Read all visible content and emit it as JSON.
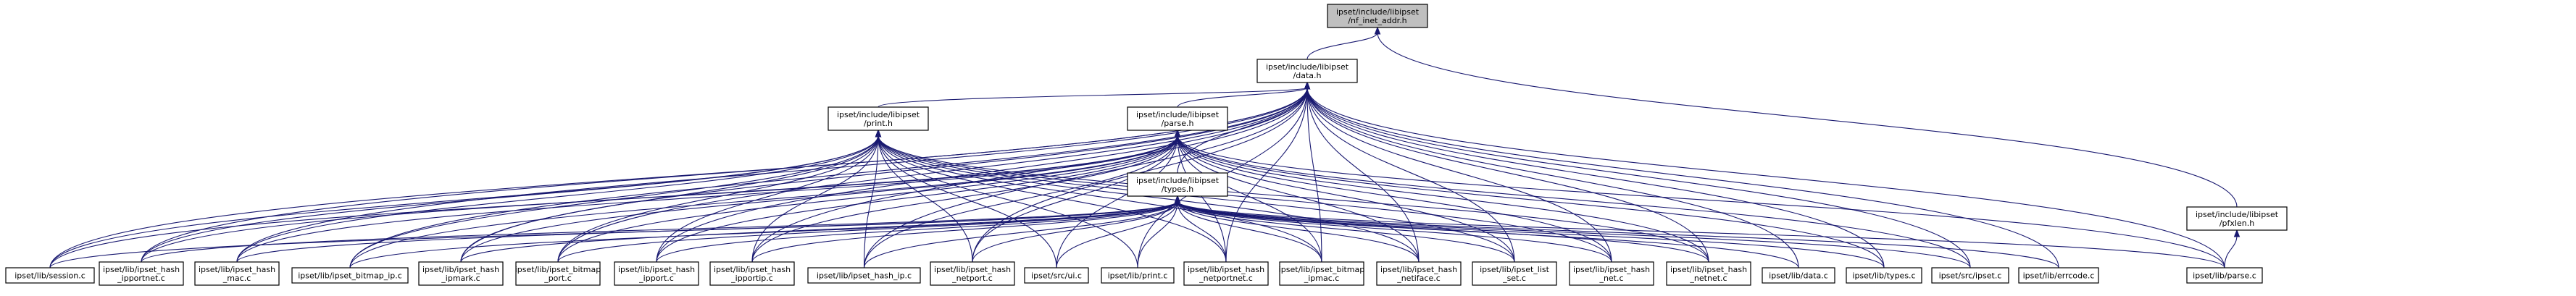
{
  "graph": {
    "nodes": [
      {
        "id": "root",
        "label": [
          "ipset/include/libipset",
          "/nf_inet_addr.h"
        ],
        "focus": true
      },
      {
        "id": "data_h",
        "label": [
          "ipset/include/libipset",
          "/data.h"
        ]
      },
      {
        "id": "pfxlen_h",
        "label": [
          "ipset/include/libipset",
          "/pfxlen.h"
        ]
      },
      {
        "id": "print_h",
        "label": [
          "ipset/include/libipset",
          "/print.h"
        ]
      },
      {
        "id": "parse_h",
        "label": [
          "ipset/include/libipset",
          "/parse.h"
        ]
      },
      {
        "id": "types_h",
        "label": [
          "ipset/include/libipset",
          "/types.h"
        ]
      },
      {
        "id": "session_c",
        "label": [
          "ipset/lib/session.c"
        ]
      },
      {
        "id": "hash_ipportnet_c",
        "label": [
          "ipset/lib/ipset_hash",
          "_ipportnet.c"
        ]
      },
      {
        "id": "hash_mac_c",
        "label": [
          "ipset/lib/ipset_hash",
          "_mac.c"
        ]
      },
      {
        "id": "bitmap_ip_c",
        "label": [
          "ipset/lib/ipset_bitmap_ip.c"
        ]
      },
      {
        "id": "hash_ipmark_c",
        "label": [
          "ipset/lib/ipset_hash",
          "_ipmark.c"
        ]
      },
      {
        "id": "bitmap_port_c",
        "label": [
          "ipset/lib/ipset_bitmap",
          "_port.c"
        ]
      },
      {
        "id": "hash_ipport_c",
        "label": [
          "ipset/lib/ipset_hash",
          "_ipport.c"
        ]
      },
      {
        "id": "hash_ipportip_c",
        "label": [
          "ipset/lib/ipset_hash",
          "_ipportip.c"
        ]
      },
      {
        "id": "hash_ip_c",
        "label": [
          "ipset/lib/ipset_hash_ip.c"
        ]
      },
      {
        "id": "hash_netport_c",
        "label": [
          "ipset/lib/ipset_hash",
          "_netport.c"
        ]
      },
      {
        "id": "ui_c",
        "label": [
          "ipset/src/ui.c"
        ]
      },
      {
        "id": "print_c",
        "label": [
          "ipset/lib/print.c"
        ]
      },
      {
        "id": "hash_netportnet_c",
        "label": [
          "ipset/lib/ipset_hash",
          "_netportnet.c"
        ]
      },
      {
        "id": "bitmap_ipmac_c",
        "label": [
          "ipset/lib/ipset_bitmap",
          "_ipmac.c"
        ]
      },
      {
        "id": "hash_netiface_c",
        "label": [
          "ipset/lib/ipset_hash",
          "_netiface.c"
        ]
      },
      {
        "id": "list_set_c",
        "label": [
          "ipset/lib/ipset_list",
          "_set.c"
        ]
      },
      {
        "id": "hash_net_c",
        "label": [
          "ipset/lib/ipset_hash",
          "_net.c"
        ]
      },
      {
        "id": "hash_netnet_c",
        "label": [
          "ipset/lib/ipset_hash",
          "_netnet.c"
        ]
      },
      {
        "id": "lib_data_c",
        "label": [
          "ipset/lib/data.c"
        ]
      },
      {
        "id": "types_c",
        "label": [
          "ipset/lib/types.c"
        ]
      },
      {
        "id": "src_ipset_c",
        "label": [
          "ipset/src/ipset.c"
        ]
      },
      {
        "id": "errcode_c",
        "label": [
          "ipset/lib/errcode.c"
        ]
      },
      {
        "id": "parse_c",
        "label": [
          "ipset/lib/parse.c"
        ]
      }
    ],
    "edges": [
      [
        "data_h",
        "root"
      ],
      [
        "pfxlen_h",
        "root"
      ],
      [
        "print_h",
        "data_h"
      ],
      [
        "parse_h",
        "data_h"
      ],
      [
        "types_h",
        "data_h"
      ],
      [
        "session_c",
        "data_h"
      ],
      [
        "hash_ipportnet_c",
        "data_h"
      ],
      [
        "hash_mac_c",
        "data_h"
      ],
      [
        "bitmap_ip_c",
        "data_h"
      ],
      [
        "hash_ipmark_c",
        "data_h"
      ],
      [
        "bitmap_port_c",
        "data_h"
      ],
      [
        "hash_ipport_c",
        "data_h"
      ],
      [
        "hash_ipportip_c",
        "data_h"
      ],
      [
        "hash_ip_c",
        "data_h"
      ],
      [
        "hash_netport_c",
        "data_h"
      ],
      [
        "print_c",
        "data_h"
      ],
      [
        "hash_netportnet_c",
        "data_h"
      ],
      [
        "bitmap_ipmac_c",
        "data_h"
      ],
      [
        "hash_netiface_c",
        "data_h"
      ],
      [
        "list_set_c",
        "data_h"
      ],
      [
        "hash_net_c",
        "data_h"
      ],
      [
        "hash_netnet_c",
        "data_h"
      ],
      [
        "lib_data_c",
        "data_h"
      ],
      [
        "types_c",
        "data_h"
      ],
      [
        "src_ipset_c",
        "data_h"
      ],
      [
        "errcode_c",
        "data_h"
      ],
      [
        "parse_c",
        "data_h"
      ],
      [
        "parse_c",
        "pfxlen_h"
      ],
      [
        "session_c",
        "print_h"
      ],
      [
        "hash_ipportnet_c",
        "print_h"
      ],
      [
        "hash_mac_c",
        "print_h"
      ],
      [
        "bitmap_ip_c",
        "print_h"
      ],
      [
        "hash_ipmark_c",
        "print_h"
      ],
      [
        "bitmap_port_c",
        "print_h"
      ],
      [
        "hash_ipport_c",
        "print_h"
      ],
      [
        "hash_ipportip_c",
        "print_h"
      ],
      [
        "hash_ip_c",
        "print_h"
      ],
      [
        "hash_netport_c",
        "print_h"
      ],
      [
        "ui_c",
        "print_h"
      ],
      [
        "print_c",
        "print_h"
      ],
      [
        "hash_netportnet_c",
        "print_h"
      ],
      [
        "bitmap_ipmac_c",
        "print_h"
      ],
      [
        "hash_netiface_c",
        "print_h"
      ],
      [
        "list_set_c",
        "print_h"
      ],
      [
        "hash_net_c",
        "print_h"
      ],
      [
        "hash_netnet_c",
        "print_h"
      ],
      [
        "session_c",
        "parse_h"
      ],
      [
        "hash_ipportnet_c",
        "parse_h"
      ],
      [
        "hash_mac_c",
        "parse_h"
      ],
      [
        "bitmap_ip_c",
        "parse_h"
      ],
      [
        "hash_ipmark_c",
        "parse_h"
      ],
      [
        "bitmap_port_c",
        "parse_h"
      ],
      [
        "hash_ipport_c",
        "parse_h"
      ],
      [
        "hash_ipportip_c",
        "parse_h"
      ],
      [
        "hash_ip_c",
        "parse_h"
      ],
      [
        "hash_netport_c",
        "parse_h"
      ],
      [
        "ui_c",
        "parse_h"
      ],
      [
        "hash_netportnet_c",
        "parse_h"
      ],
      [
        "bitmap_ipmac_c",
        "parse_h"
      ],
      [
        "hash_netiface_c",
        "parse_h"
      ],
      [
        "list_set_c",
        "parse_h"
      ],
      [
        "hash_net_c",
        "parse_h"
      ],
      [
        "hash_netnet_c",
        "parse_h"
      ],
      [
        "types_c",
        "parse_h"
      ],
      [
        "src_ipset_c",
        "parse_h"
      ],
      [
        "parse_c",
        "parse_h"
      ],
      [
        "session_c",
        "types_h"
      ],
      [
        "hash_ipportnet_c",
        "types_h"
      ],
      [
        "hash_mac_c",
        "types_h"
      ],
      [
        "bitmap_ip_c",
        "types_h"
      ],
      [
        "hash_ipmark_c",
        "types_h"
      ],
      [
        "bitmap_port_c",
        "types_h"
      ],
      [
        "hash_ipport_c",
        "types_h"
      ],
      [
        "hash_ipportip_c",
        "types_h"
      ],
      [
        "hash_ip_c",
        "types_h"
      ],
      [
        "hash_netport_c",
        "types_h"
      ],
      [
        "ui_c",
        "types_h"
      ],
      [
        "print_c",
        "types_h"
      ],
      [
        "hash_netportnet_c",
        "types_h"
      ],
      [
        "bitmap_ipmac_c",
        "types_h"
      ],
      [
        "hash_netiface_c",
        "types_h"
      ],
      [
        "list_set_c",
        "types_h"
      ],
      [
        "hash_net_c",
        "types_h"
      ],
      [
        "hash_netnet_c",
        "types_h"
      ],
      [
        "lib_data_c",
        "types_h"
      ],
      [
        "types_c",
        "types_h"
      ],
      [
        "src_ipset_c",
        "types_h"
      ],
      [
        "errcode_c",
        "types_h"
      ],
      [
        "parse_c",
        "types_h"
      ]
    ]
  }
}
